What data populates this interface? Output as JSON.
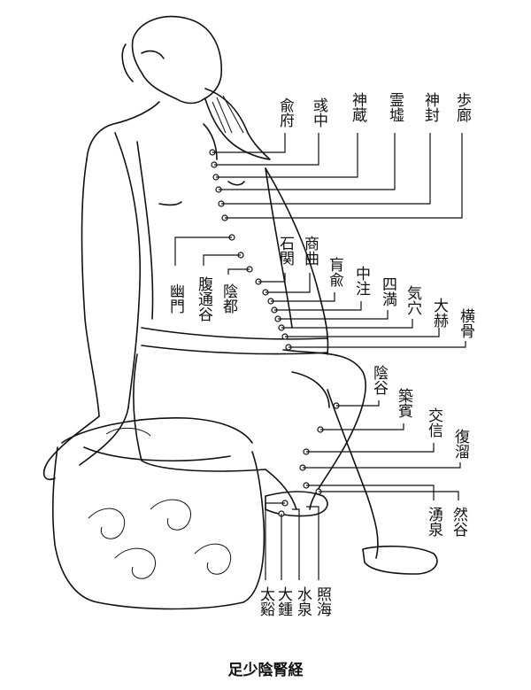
{
  "caption": "足少陰腎経",
  "points_upper": [
    "兪府",
    "彧中",
    "神蔵",
    "霊墟",
    "神封",
    "歩廊"
  ],
  "points_abdomen": [
    "幽門",
    "腹通谷",
    "陰都",
    "石関",
    "商曲",
    "肓兪",
    "中注",
    "四満",
    "気穴",
    "大赫",
    "横骨"
  ],
  "points_leg": [
    "陰谷",
    "築賓",
    "交信",
    "復溜"
  ],
  "points_foot_right": [
    "湧泉",
    "然谷"
  ],
  "points_foot_bottom": [
    "太谿",
    "大鍾",
    "水泉",
    "照海"
  ]
}
